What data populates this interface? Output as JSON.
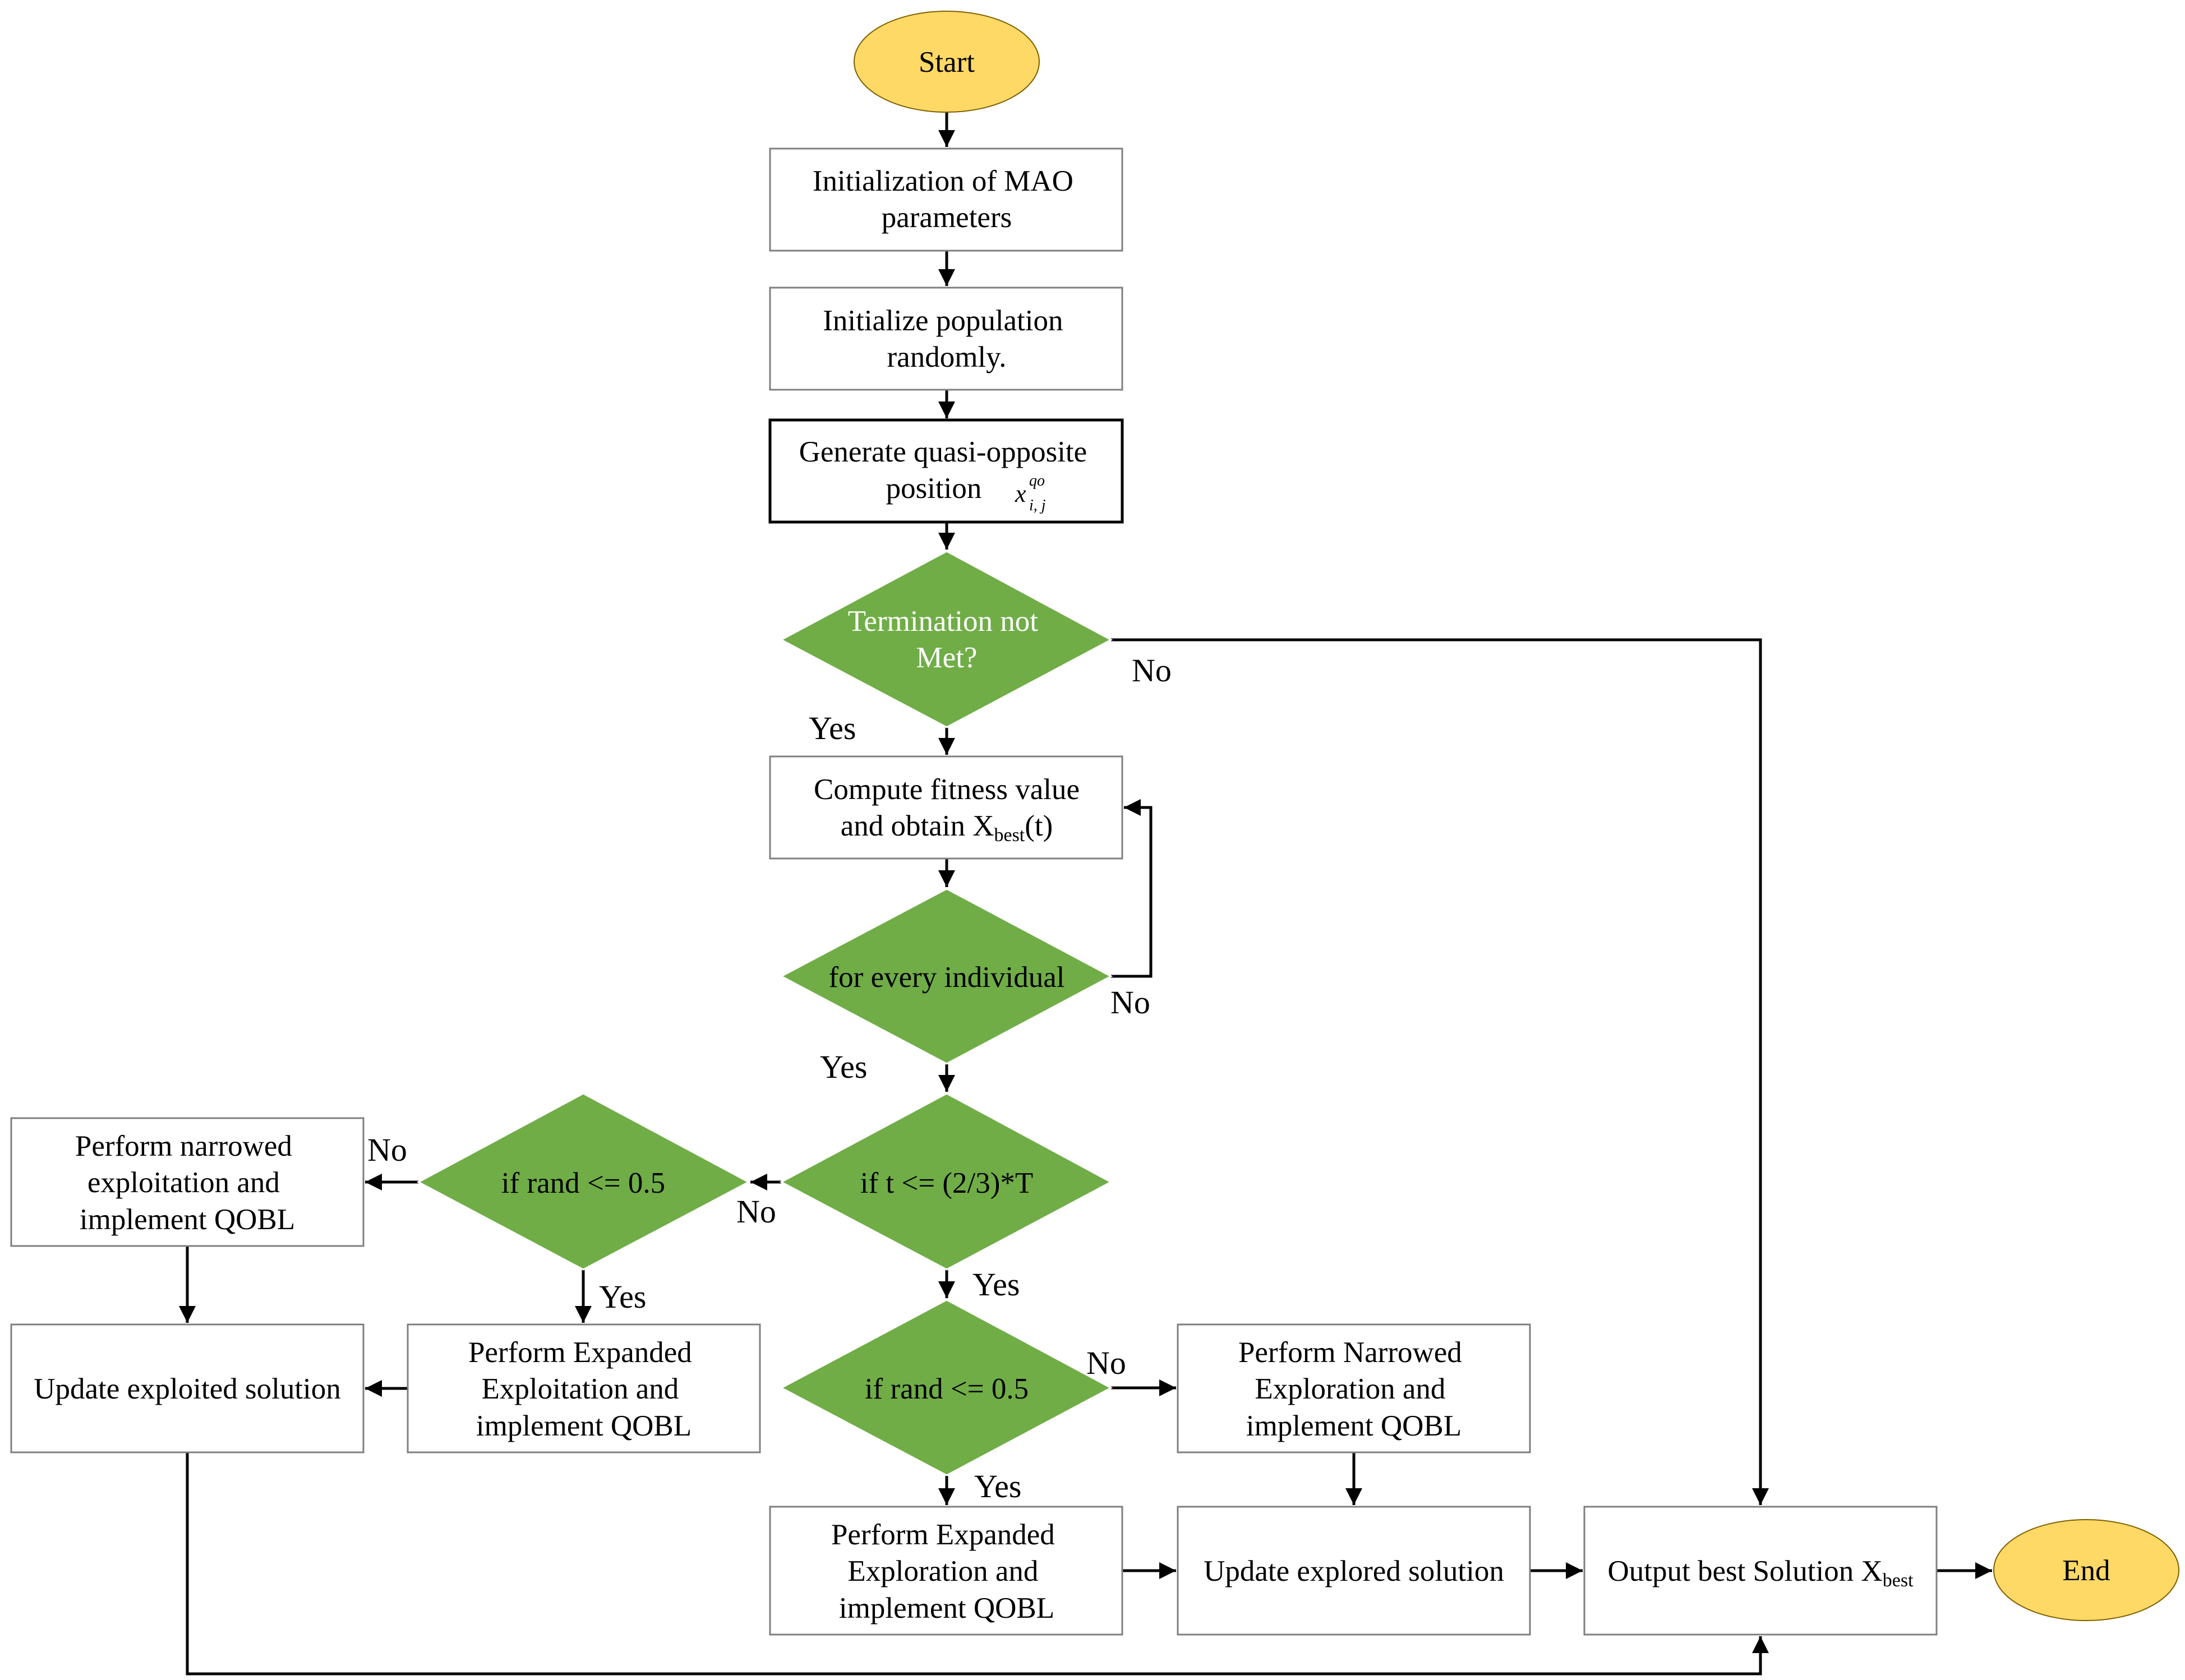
{
  "nodes": {
    "start": "Start",
    "init_params": [
      "Initialization of MAO",
      "parameters"
    ],
    "init_pop": [
      "Initialize population",
      "randomly."
    ],
    "gen_qo": [
      "Generate quasi-opposite",
      "position"
    ],
    "qo_symbol": {
      "base": "x",
      "sup": "qo",
      "sub": "i, j"
    },
    "termination": [
      "Termination not",
      "Met?"
    ],
    "compute_fitness": {
      "line1": "Compute fitness value",
      "line2_pre": "and obtain X",
      "line2_sub": "best",
      "line2_post": "(t)"
    },
    "every_individual": "for every individual",
    "if_t": "if t <= (2/3)*T",
    "if_rand_left": "if rand <= 0.5",
    "if_rand_mid": "if rand <= 0.5",
    "narrowed_exploitation": [
      "Perform narrowed",
      "exploitation and",
      "implement QOBL"
    ],
    "update_exploited": "Update exploited solution",
    "expanded_exploitation": [
      "Perform Expanded",
      "Exploitation and",
      "implement QOBL"
    ],
    "narrowed_exploration": [
      "Perform Narrowed",
      "Exploration and",
      "implement QOBL"
    ],
    "expanded_exploration": [
      "Perform Expanded",
      "Exploration and",
      "implement QOBL"
    ],
    "update_explored": "Update explored solution",
    "output_best": {
      "pre": "Output best Solution X",
      "sub": "best"
    },
    "end": "End"
  },
  "edge_labels": {
    "termination_no": "No",
    "termination_yes": "Yes",
    "individual_no": "No",
    "individual_yes": "Yes",
    "if_t_no": "No",
    "if_t_yes": "Yes",
    "rand_left_no": "No",
    "rand_left_yes": "Yes",
    "rand_mid_no": "No",
    "rand_mid_yes": "Yes"
  },
  "colors": {
    "decision_fill": "#70ad47",
    "terminal_fill": "#ffd966",
    "process_fill": "#ffffff"
  }
}
